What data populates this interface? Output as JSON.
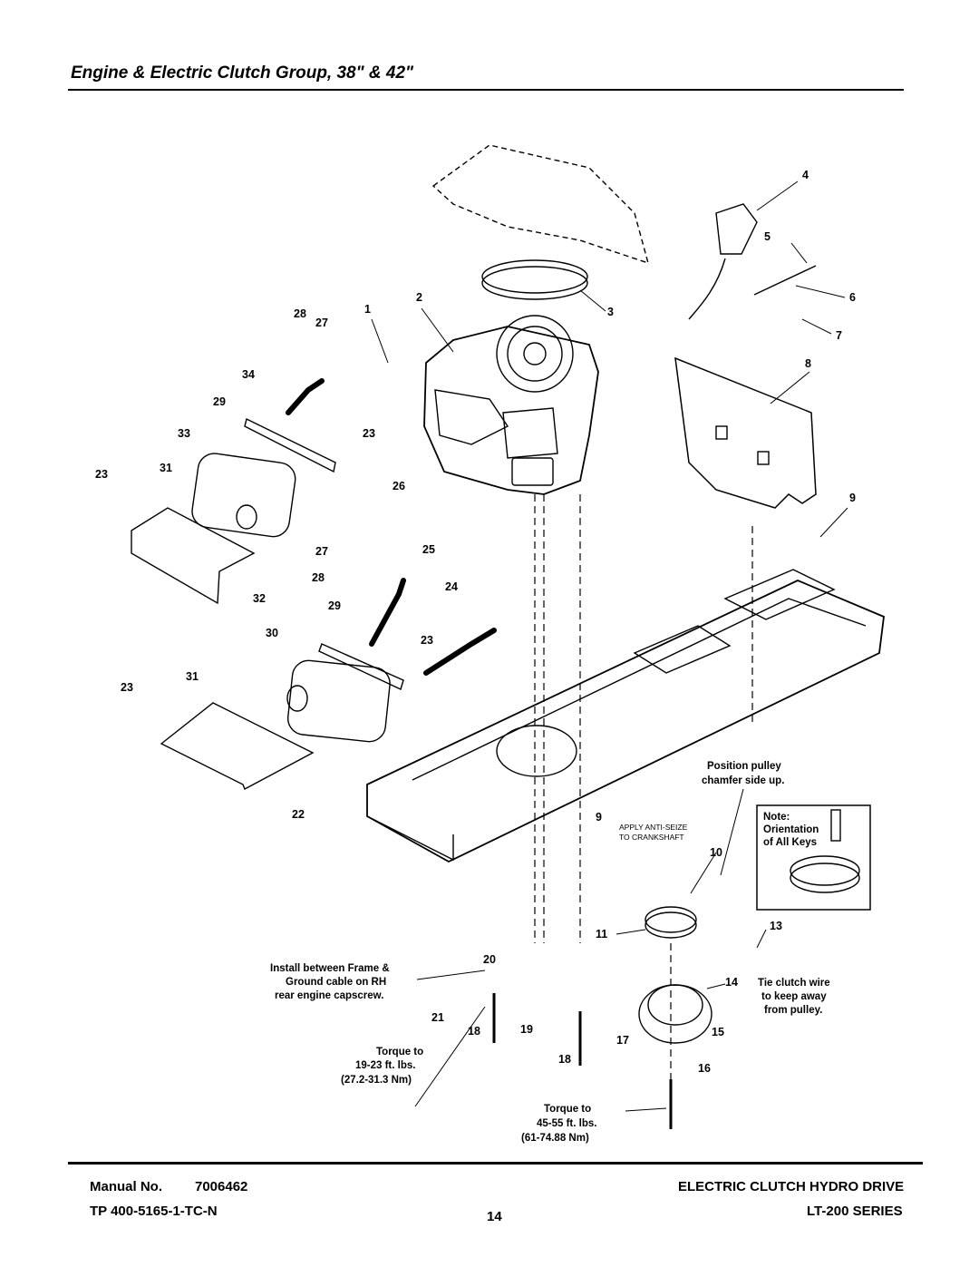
{
  "page": {
    "title": "Engine & Electric Clutch Group, 38\" & 42\""
  },
  "callouts": [
    "1",
    "2",
    "3",
    "4",
    "5",
    "6",
    "7",
    "8",
    "9",
    "9",
    "10",
    "11",
    "13",
    "14",
    "15",
    "16",
    "17",
    "18",
    "18",
    "19",
    "20",
    "21",
    "22",
    "23",
    "23",
    "23",
    "23",
    "24",
    "25",
    "26",
    "27",
    "27",
    "28",
    "28",
    "29",
    "29",
    "30",
    "31",
    "31",
    "32",
    "33",
    "34"
  ],
  "notes": {
    "pulley": [
      "Position pulley",
      "chamfer side up."
    ],
    "anti_seize": [
      "APPLY ANTI-SEIZE",
      "TO CRANKSHAFT"
    ],
    "orientation": [
      "Note:",
      "Orientation",
      "of All Keys"
    ],
    "ground": [
      "Install between Frame &",
      "Ground cable on RH",
      "rear engine capscrew."
    ],
    "torque_a": [
      "Torque to",
      "19-23 ft. lbs.",
      "(27.2-31.3 Nm)"
    ],
    "torque_b": [
      "Torque to",
      "45-55 ft. lbs.",
      "(61-74.88 Nm)"
    ],
    "tie_wire": [
      "Tie clutch wire",
      "to keep away",
      "from pulley."
    ]
  },
  "footer": {
    "manual_label": "Manual No.",
    "manual_number": "7006462",
    "tp_number": "TP 400-5165-1-TC-N",
    "page_number": "14",
    "section": "ELECTRIC CLUTCH HYDRO DRIVE",
    "series": "LT-200 SERIES"
  }
}
